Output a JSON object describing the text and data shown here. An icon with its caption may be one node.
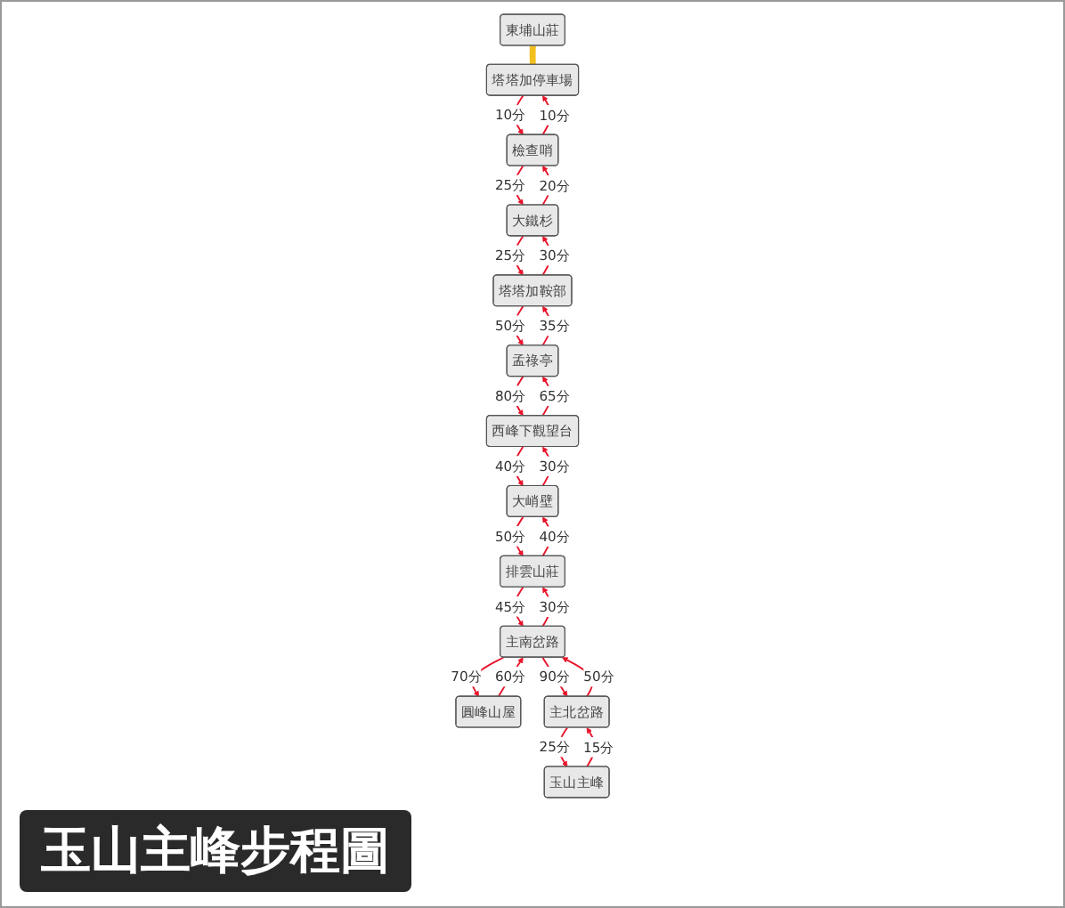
{
  "diagram": {
    "title": "玉山主峰步程圖",
    "nodes": [
      {
        "text": [
          "東埔山莊"
        ]
      },
      {
        "text": [
          "塔塔加停車場"
        ]
      },
      {
        "text": [
          "檢查哨"
        ]
      },
      {
        "text": [
          "大鐵杉"
        ]
      },
      {
        "text": [
          "塔塔加鞍部"
        ]
      },
      {
        "text": [
          "孟祿亭"
        ]
      },
      {
        "text": [
          "西峰下觀望台"
        ]
      },
      {
        "text": [
          "大峭壁"
        ]
      },
      {
        "text": [
          "排雲山莊"
        ]
      },
      {
        "text": [
          "主南岔路"
        ]
      },
      {
        "text": [
          "圓峰山屋"
        ]
      },
      {
        "text": [
          "主北岔路"
        ]
      },
      {
        "text": [
          "玉山主峰"
        ]
      }
    ],
    "edges": [
      {
        "from": 0,
        "to": 1,
        "arrow": "none",
        "style": "thick",
        "color": "#f2c01e"
      },
      {
        "from": 2,
        "to": 1,
        "arrow": "to",
        "label": "10分"
      },
      {
        "from": 1,
        "to": 2,
        "arrow": "to",
        "label": "10分"
      },
      {
        "from": 3,
        "to": 2,
        "arrow": "to",
        "label": "20分"
      },
      {
        "from": 2,
        "to": 3,
        "arrow": "to",
        "label": "25分"
      },
      {
        "from": 4,
        "to": 3,
        "arrow": "to",
        "label": "30分"
      },
      {
        "from": 3,
        "to": 4,
        "arrow": "to",
        "label": "25分"
      },
      {
        "from": 5,
        "to": 4,
        "arrow": "to",
        "label": "35分"
      },
      {
        "from": 4,
        "to": 5,
        "arrow": "to",
        "label": "50分"
      },
      {
        "from": 5,
        "to": 6,
        "arrow": "to",
        "label": "80分"
      },
      {
        "from": 6,
        "to": 5,
        "arrow": "to",
        "label": "65分"
      },
      {
        "from": 7,
        "to": 6,
        "arrow": "to",
        "label": "30分"
      },
      {
        "from": 6,
        "to": 7,
        "arrow": "to",
        "label": "40分"
      },
      {
        "from": 8,
        "to": 7,
        "arrow": "to",
        "label": "40分"
      },
      {
        "from": 7,
        "to": 8,
        "arrow": "to",
        "label": "50分"
      },
      {
        "from": 8,
        "to": 9,
        "arrow": "to",
        "label": "45分"
      },
      {
        "from": 9,
        "to": 8,
        "arrow": "to",
        "label": "30分"
      },
      {
        "from": 10,
        "to": 9,
        "arrow": "to",
        "label": "60分"
      },
      {
        "from": 9,
        "to": 10,
        "arrow": "to",
        "label": "70分"
      },
      {
        "from": 9,
        "to": 11,
        "arrow": "to",
        "label": "90分"
      },
      {
        "from": 11,
        "to": 9,
        "arrow": "to",
        "label": "50分"
      },
      {
        "from": 12,
        "to": 11,
        "arrow": "to",
        "label": "15分"
      },
      {
        "from": 11,
        "to": 12,
        "arrow": "to",
        "label": "25分"
      }
    ]
  }
}
